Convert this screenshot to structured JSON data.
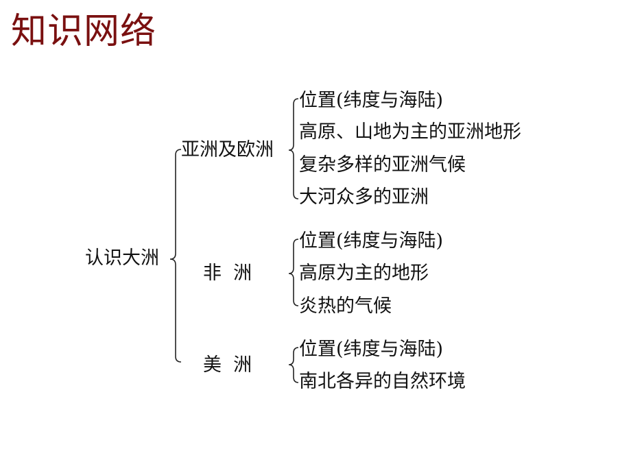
{
  "title": "知识网络",
  "root": "认识大洲",
  "groups": [
    {
      "name": "亚洲及欧洲",
      "items": [
        "位置(纬度与海陆)",
        "高原、山地为主的亚洲地形",
        "复杂多样的亚洲气候",
        "大河众多的亚洲"
      ]
    },
    {
      "name": "非  洲",
      "items": [
        "位置(纬度与海陆)",
        "高原为主的地形",
        "炎热的气候"
      ]
    },
    {
      "name": "美  洲",
      "items": [
        "位置(纬度与海陆)",
        "南北各异的自然环境"
      ]
    }
  ],
  "colors": {
    "title": "#7a1010",
    "text": "#111111",
    "brace": "#222222"
  }
}
